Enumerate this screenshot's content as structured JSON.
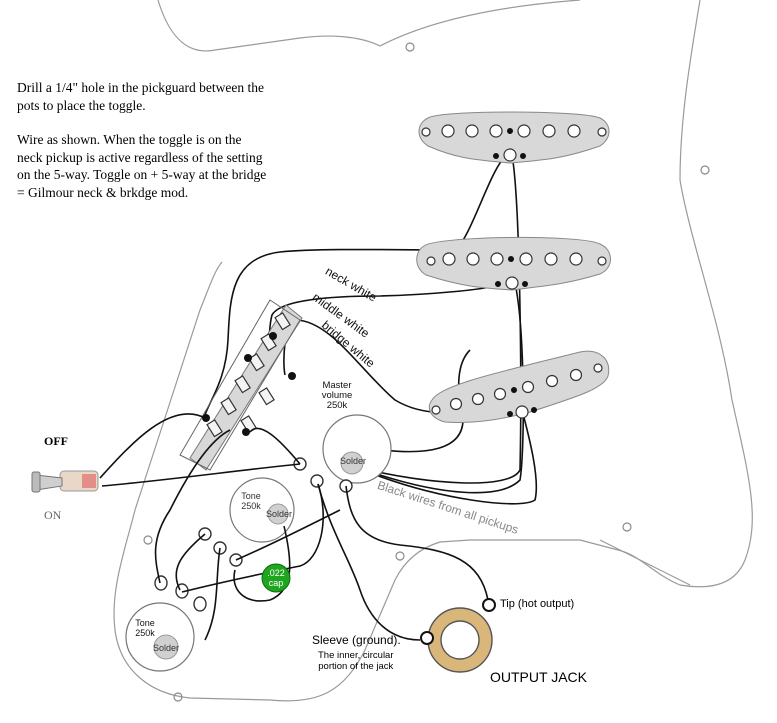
{
  "instructions": {
    "paragraph1": "Drill a 1/4\" hole in the pickguard between the pots to place the toggle.",
    "paragraph2": "Wire as shown. When the toggle is on the neck pickup is active regardless of the setting on the 5-way. Toggle on + 5-way at the bridge = Gilmour neck & brkdge mod."
  },
  "toggle": {
    "off_label": "OFF",
    "on_label": "ON"
  },
  "wires": {
    "neck": "neck white",
    "middle": "middle white",
    "bridge": "bridge white",
    "black": "Black wires from all pickups"
  },
  "master_volume": {
    "label_line1": "Master",
    "label_line2": "volume",
    "label_line3": "250k",
    "solder": "Solder"
  },
  "tone_middle": {
    "label_line1": "Tone",
    "label_line2": "250k",
    "solder": "Solder"
  },
  "tone_lower": {
    "label_line1": "Tone",
    "label_line2": "250k",
    "solder": "Solder"
  },
  "capacitor": {
    "line1": ".022",
    "line2": "cap",
    "color": "#1fa51f"
  },
  "output_jack": {
    "title": "OUTPUT JACK",
    "tip": "Tip (hot output)",
    "sleeve": "Sleeve (ground).",
    "sleeve_note_line1": "The inner, circular",
    "sleeve_note_line2": "portion of the jack",
    "ring_color": "#d9b77a"
  },
  "colors": {
    "pickup_fill": "#d8d8d8",
    "wire": "#111111",
    "outline": "#8a8a8a"
  }
}
